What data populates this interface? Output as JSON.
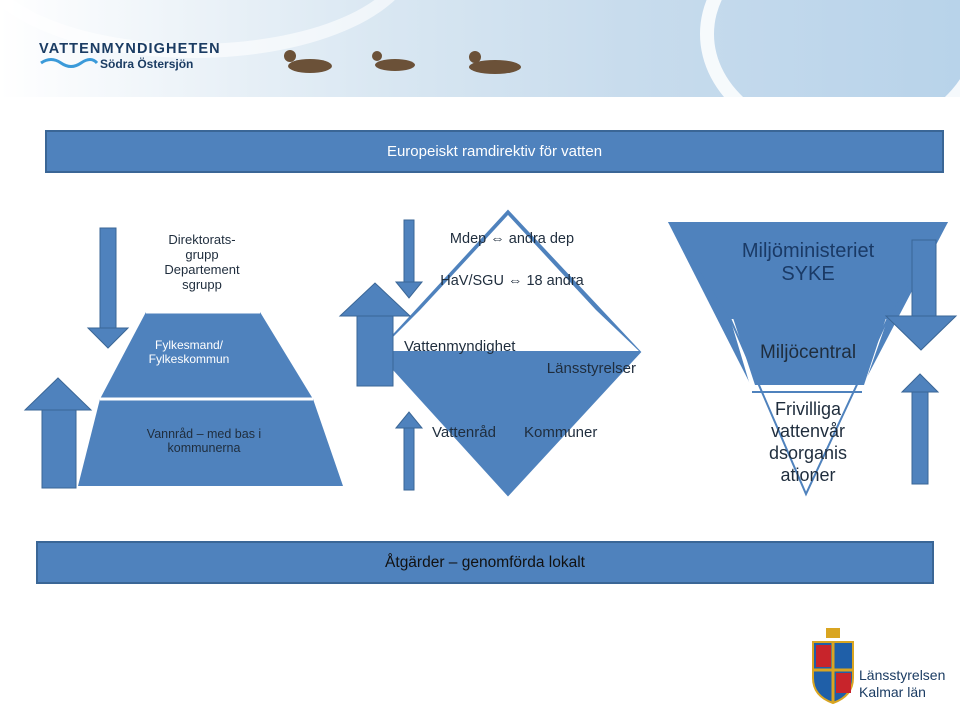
{
  "header": {
    "org_name": "VATTENMYNDIGHETEN",
    "org_sub": "Södra Östersjön"
  },
  "top_bar": "Europeiskt ramdirektiv för vatten",
  "bottom_bar": "Åtgärder – genomförda lokalt",
  "pyramid": {
    "top": [
      "Direktorats-",
      "grupp",
      "Departement",
      "sgrupp"
    ],
    "middle": [
      "Fylkesmand/",
      "Fylkeskommun"
    ],
    "bottom": [
      "Vannråd – med bas i",
      "kommunerna"
    ]
  },
  "diamond": {
    "line1": "Mdep ⇔ andra dep",
    "line2": "HaV/SGU ⇔ 18 andra",
    "line3": "Vattenmyndighet",
    "line4": "Länsstyrelser",
    "line5_a": "Vattenråd",
    "line5_b": "Kommuner"
  },
  "inverted": {
    "top": [
      "Miljöministeriet",
      "SYKE"
    ],
    "middle": "Miljöcentral",
    "bottom": [
      "Frivilliga",
      "vattenvår",
      "dsorganis",
      "ationer"
    ]
  },
  "footer": {
    "name_line1": "Länsstyrelsen",
    "name_line2": "Kalmar län"
  },
  "colors": {
    "shape_fill": "#4f82bd",
    "shape_stroke": "#3a6696",
    "text_dark": "#1f2d3d"
  },
  "icons": [
    "duck-icon",
    "arrow-down-icon",
    "arrow-up-icon",
    "coat-of-arms-icon"
  ]
}
